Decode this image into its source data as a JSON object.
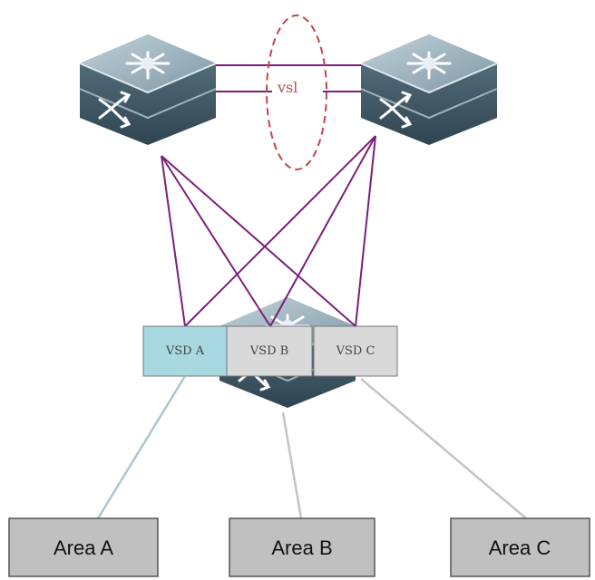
{
  "vsl": {
    "label": "vsl"
  },
  "vsd": {
    "a": "VSD A",
    "b": "VSD B",
    "c": "VSD C"
  },
  "areas": {
    "a": "Area A",
    "b": "Area B",
    "c": "Area C"
  },
  "colors": {
    "link_purple": "#7a1f7a",
    "vsl_dash": "#c04848",
    "vsd_a_fill": "#a8d8e0",
    "vsd_other_fill": "#d9d9d9",
    "area_fill": "#c0c0c0",
    "downlink": "#b8c8cc",
    "switch_top": "#8fa8b4",
    "switch_side": "#3f5a68"
  },
  "icons": {
    "core_switch_left": "layer3-switch-icon",
    "core_switch_right": "layer3-switch-icon",
    "access_switch": "layer3-switch-icon"
  }
}
